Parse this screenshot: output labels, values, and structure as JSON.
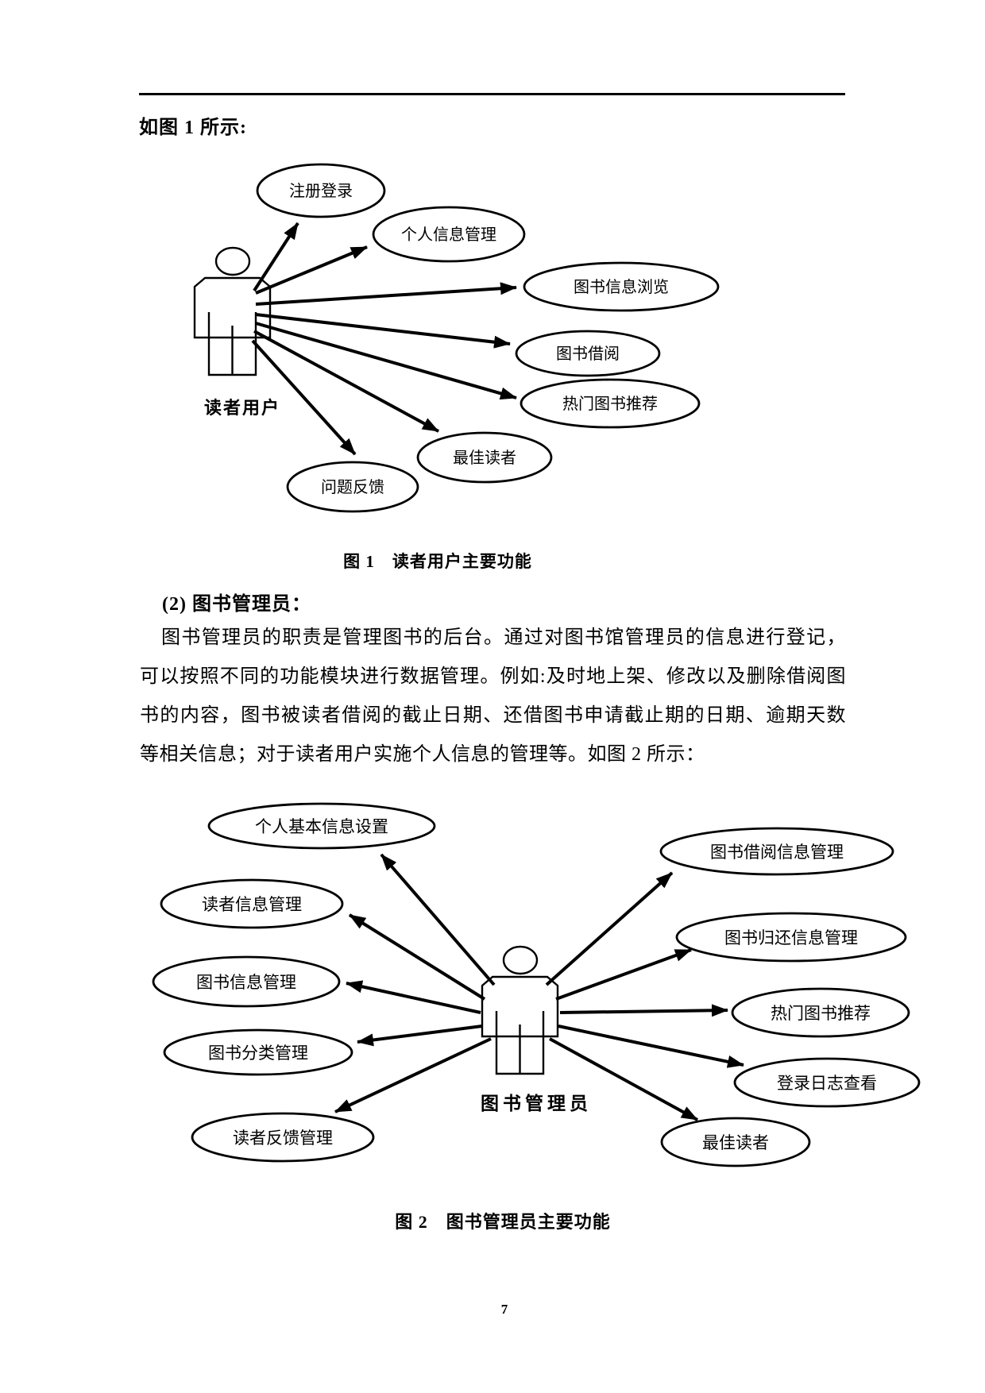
{
  "page": {
    "intro_line": "如图 1 所示:",
    "page_number": "7"
  },
  "figure1": {
    "caption": "图 1　读者用户主要功能",
    "actor_label": "读者用户",
    "use_cases": [
      "注册登录",
      "个人信息管理",
      "图书信息浏览",
      "图书借阅",
      "热门图书推荐",
      "最佳读者",
      "问题反馈"
    ]
  },
  "section": {
    "heading": "(2) 图书管理员：",
    "lines": [
      "图书管理员的职责是管理图书的后台。通过对图书馆管理员的信息进行登记，",
      "可以按照不同的功能模块进行数据管理。例如:及时地上架、修改以及删除借阅图",
      "书的内容，图书被读者借阅的截止日期、还借图书申请截止期的日期、逾期天数",
      "等相关信息；对于读者用户实施个人信息的管理等。如图 2 所示："
    ]
  },
  "figure2": {
    "caption": "图 2　图书管理员主要功能",
    "actor_label": "图书管理员",
    "use_cases_left": [
      "个人基本信息设置",
      "读者信息管理",
      "图书信息管理",
      "图书分类管理",
      "读者反馈管理"
    ],
    "use_cases_right": [
      "图书借阅信息管理",
      "图书归还信息管理",
      "热门图书推荐",
      "登录日志查看",
      "最佳读者"
    ]
  },
  "colors": {
    "ink": "#000000",
    "paper": "#ffffff"
  }
}
